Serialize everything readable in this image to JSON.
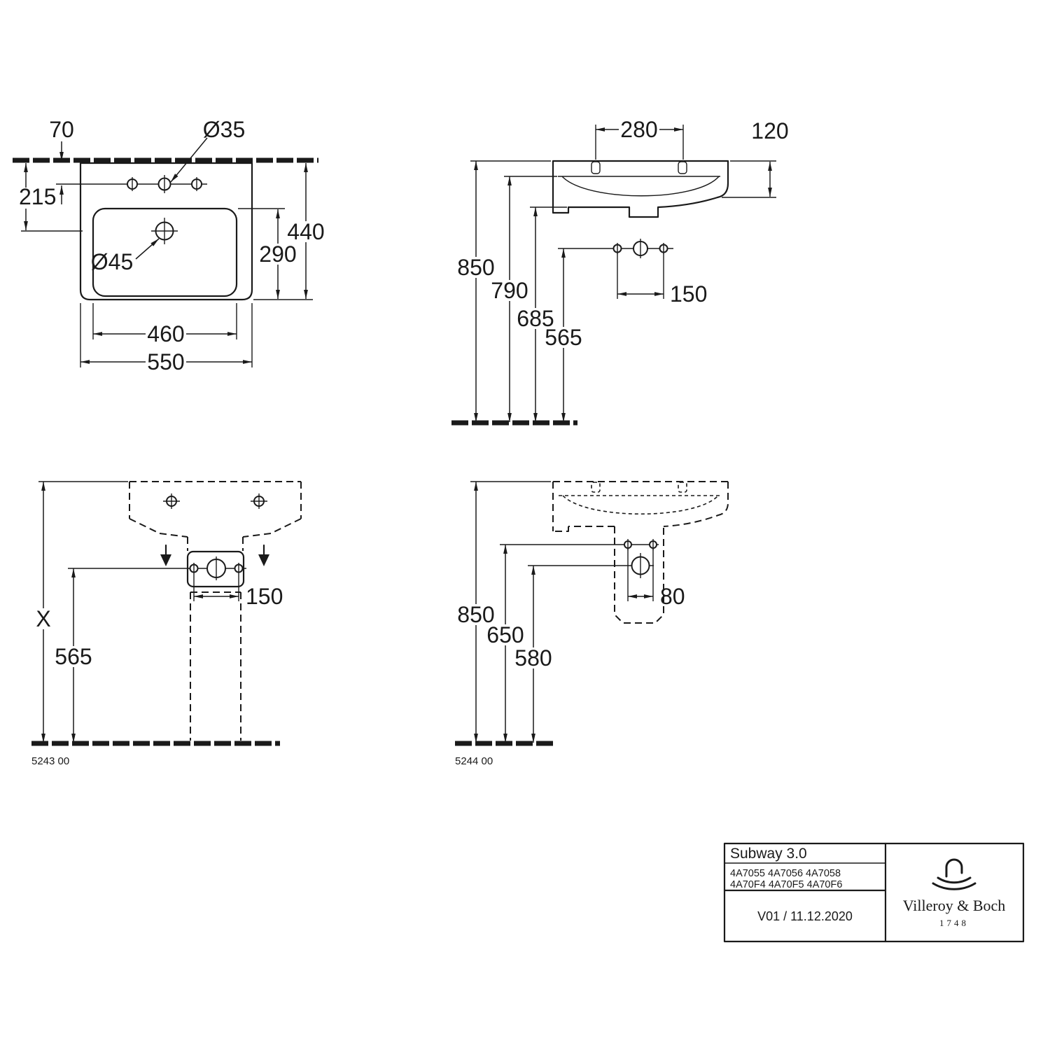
{
  "drawing": {
    "background": "#ffffff",
    "ink": "#1a1a1a"
  },
  "plan_view": {
    "dim_top_offset": "70",
    "dim_drain_depth": "215",
    "dim_total_depth": "440",
    "dim_basin_depth": "290",
    "dim_basin_width": "460",
    "dim_total_width": "550",
    "label_faucet_hole": "Ø35",
    "label_drain_hole": "Ø45"
  },
  "side_view": {
    "dim_hole_spacing_top": "280",
    "dim_front_height": "120",
    "dim_rim_height": "850",
    "dim_inner_height": "790",
    "dim_underside_height": "685",
    "dim_fixing_height": "565",
    "dim_fixing_spacing": "150"
  },
  "front_pedestal_view": {
    "dim_total_height": "X",
    "dim_fixing_height": "565",
    "dim_fixing_spacing": "150",
    "article_number": "5243 00"
  },
  "side_pedestal_view": {
    "dim_rim_height": "850",
    "dim_fixing_height": "650",
    "dim_drain_height": "580",
    "dim_drain_offset": "80",
    "article_number": "5244 00"
  },
  "title_block": {
    "product_name": "Subway 3.0",
    "article_numbers_line1": "4A7055 4A7056 4A7058",
    "article_numbers_line2": "4A70F4 4A70F5 4A70F6",
    "version_date": "V01 / 11.12.2020",
    "brand_name": "Villeroy & Boch",
    "brand_year": "1748"
  }
}
